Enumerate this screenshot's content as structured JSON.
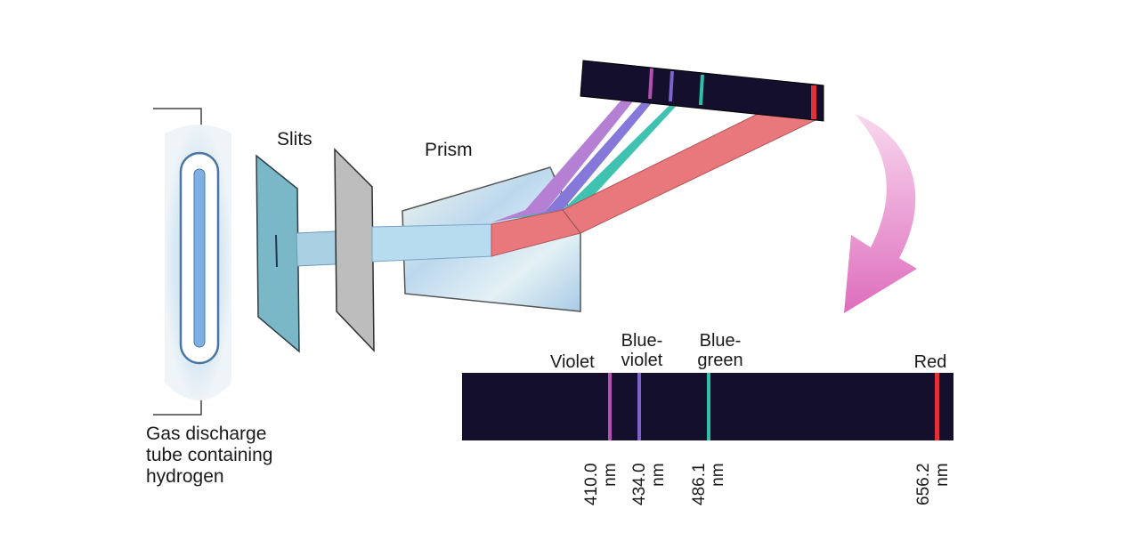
{
  "labels": {
    "tube": [
      "Gas discharge",
      "tube containing",
      "hydrogen"
    ],
    "slits": "Slits",
    "prism": "Prism"
  },
  "spectrum": {
    "lines": [
      {
        "name": [
          "Violet"
        ],
        "wavelength": "410.0",
        "unit": "nm",
        "color": "#b24fb0"
      },
      {
        "name": [
          "Blue-",
          "violet"
        ],
        "wavelength": "434.0",
        "unit": "nm",
        "color": "#7b63c8"
      },
      {
        "name": [
          "Blue-",
          "green"
        ],
        "wavelength": "486.1",
        "unit": "nm",
        "color": "#2fc0a2"
      },
      {
        "name": [
          "Red"
        ],
        "wavelength": "656.2",
        "unit": "nm",
        "color": "#e0303a"
      }
    ]
  },
  "colors": {
    "violet_beam": "#b57fd3",
    "blueviolet_beam": "#8678d8",
    "bluegreen_beam": "#3fc2b0",
    "red_beam": "#e8787c",
    "spectrum_bg": "#140f2c",
    "arrow": "#e07fc4"
  }
}
